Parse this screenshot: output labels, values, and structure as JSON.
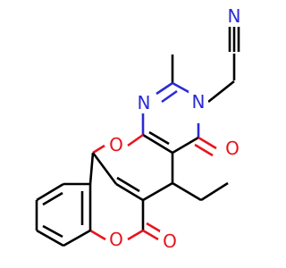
{
  "structure": {
    "atom_labels": {
      "nitrile_n": "N",
      "ring_n_1": "N",
      "ring_n_3": "N",
      "ring_o_pyran": "O",
      "ring_o_lactone": "O",
      "oxo_o_top": "O",
      "oxo_o_bottom": "O"
    },
    "colors": {
      "bond": "#000000",
      "oxygen": "#e8141c",
      "nitrogen": "#2a2ad8",
      "background": "#ffffff"
    }
  }
}
